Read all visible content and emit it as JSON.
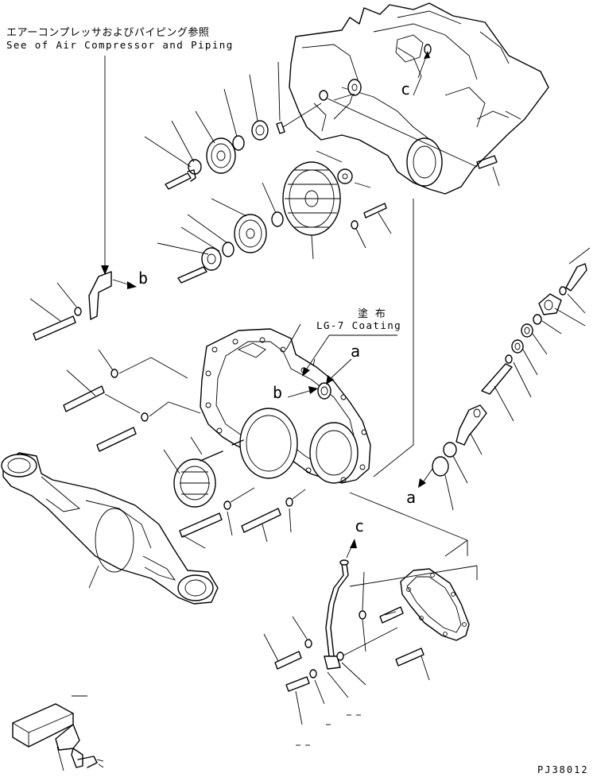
{
  "notes": {
    "compressor_ref_jp": "エアーコンプレッサおよびパイピング参照",
    "compressor_ref_en": "See of Air Compressor and Piping",
    "coating_jp": "塗 布",
    "coating_en": "LG-7 Coating"
  },
  "callouts": {
    "c_top": "c",
    "b_left": "b",
    "a_upper": "a",
    "b_center": "b",
    "a_lower": "a",
    "c_lower": "c"
  },
  "drawing_code": "PJ38012"
}
